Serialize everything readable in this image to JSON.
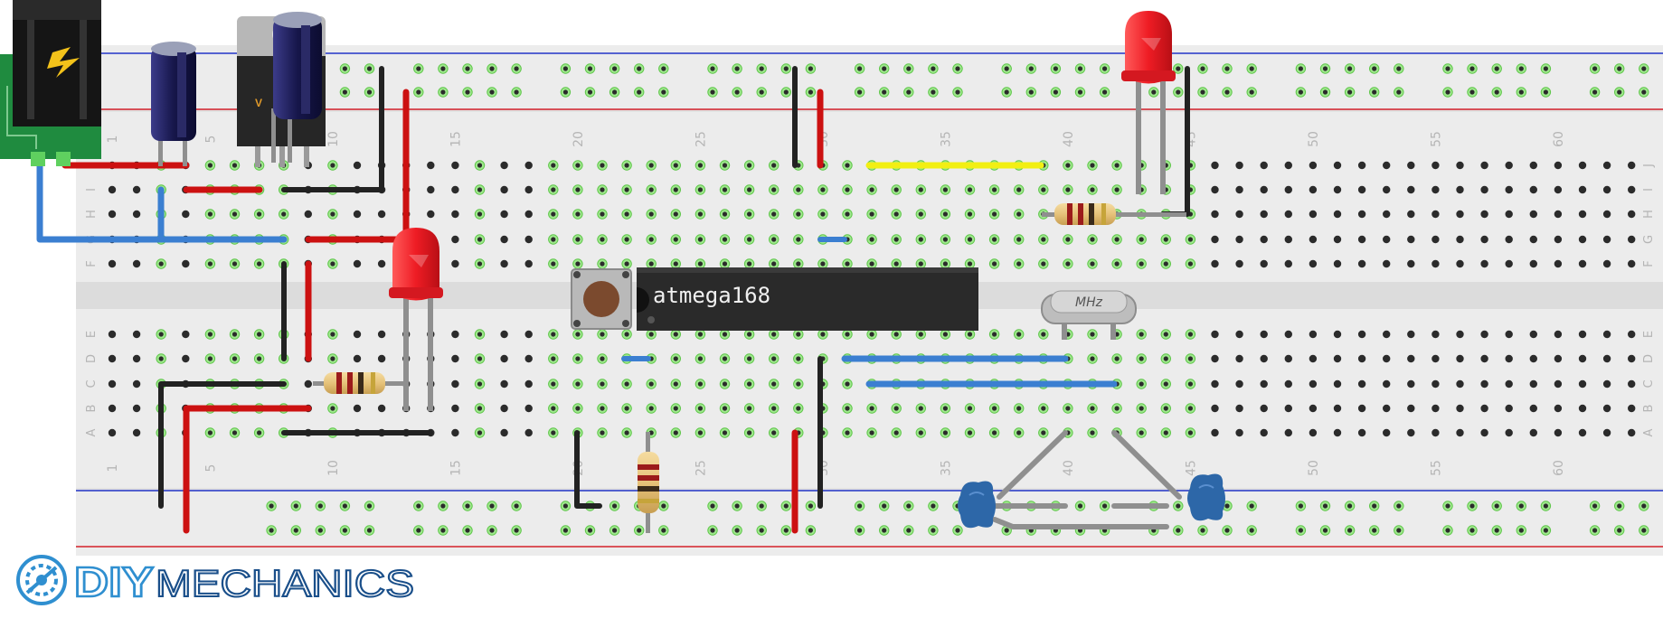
{
  "breadboard": {
    "columns": 63,
    "column_labels_top": [
      "1",
      "5",
      "10",
      "15",
      "20",
      "25",
      "30",
      "35",
      "40",
      "45",
      "50",
      "55",
      "60"
    ],
    "column_labels_bottom": [
      "1",
      "5",
      "10",
      "15",
      "20",
      "25",
      "30",
      "35",
      "40",
      "45",
      "50",
      "55",
      "60"
    ],
    "row_labels_top": [
      "J",
      "I",
      "H",
      "G",
      "F"
    ],
    "row_labels_bottom": [
      "E",
      "D",
      "C",
      "B",
      "A"
    ]
  },
  "components": {
    "chip_label": "atmega168",
    "crystal_label": "MHz",
    "regulator_mark": "V"
  },
  "logo": {
    "text_diy": "DIY",
    "text_mechanics": "MECHANICS"
  },
  "colors": {
    "board": "#ececec",
    "rail_red": "#d3202a",
    "rail_blue": "#2235c8",
    "wire_red": "#cc1111",
    "wire_black": "#222222",
    "wire_blue": "#3b7fd1",
    "wire_yellow": "#f2ef13",
    "led_red": "#ee1c24",
    "capacitor": "#16164a",
    "chip": "#2a2a2a",
    "hole_active": "#7fdc6a",
    "logo_blue": "#2f8fd0"
  }
}
